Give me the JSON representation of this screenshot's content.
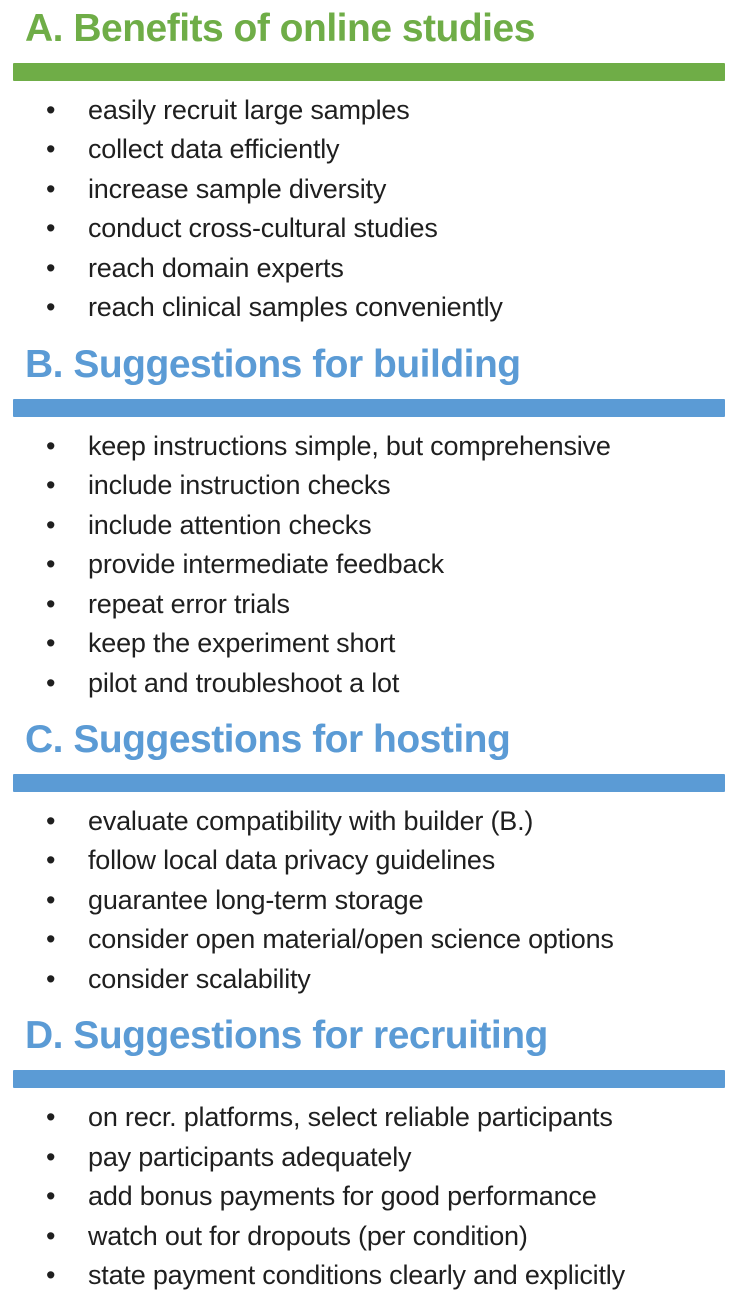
{
  "accent_colors": {
    "green": "#6fad47",
    "blue": "#5b9bd5",
    "text": "#1f1f1f"
  },
  "list": {
    "bullet": "•"
  },
  "sections": [
    {
      "id": "A",
      "title": "A. Benefits of online studies",
      "color": "green",
      "items": [
        "easily recruit large samples",
        "collect data efficiently",
        "increase sample diversity",
        "conduct cross-cultural studies",
        "reach domain experts",
        "reach clinical samples conveniently"
      ]
    },
    {
      "id": "B",
      "title": "B. Suggestions for building",
      "color": "blue",
      "items": [
        "keep instructions simple, but comprehensive",
        "include instruction checks",
        "include attention checks",
        "provide intermediate feedback",
        "repeat error trials",
        "keep the experiment short",
        "pilot and troubleshoot a lot"
      ]
    },
    {
      "id": "C",
      "title": "C. Suggestions for hosting",
      "color": "blue",
      "items": [
        "evaluate compatibility with builder (B.)",
        "follow local data privacy guidelines",
        "guarantee long-term storage",
        "consider open material/open science options",
        "consider scalability"
      ]
    },
    {
      "id": "D",
      "title": "D. Suggestions for recruiting",
      "color": "blue",
      "items": [
        "on recr. platforms, select reliable participants",
        "pay participants adequately",
        "add bonus payments for good performance",
        "watch out for dropouts (per condition)",
        "state payment conditions clearly and explicitly"
      ]
    }
  ]
}
